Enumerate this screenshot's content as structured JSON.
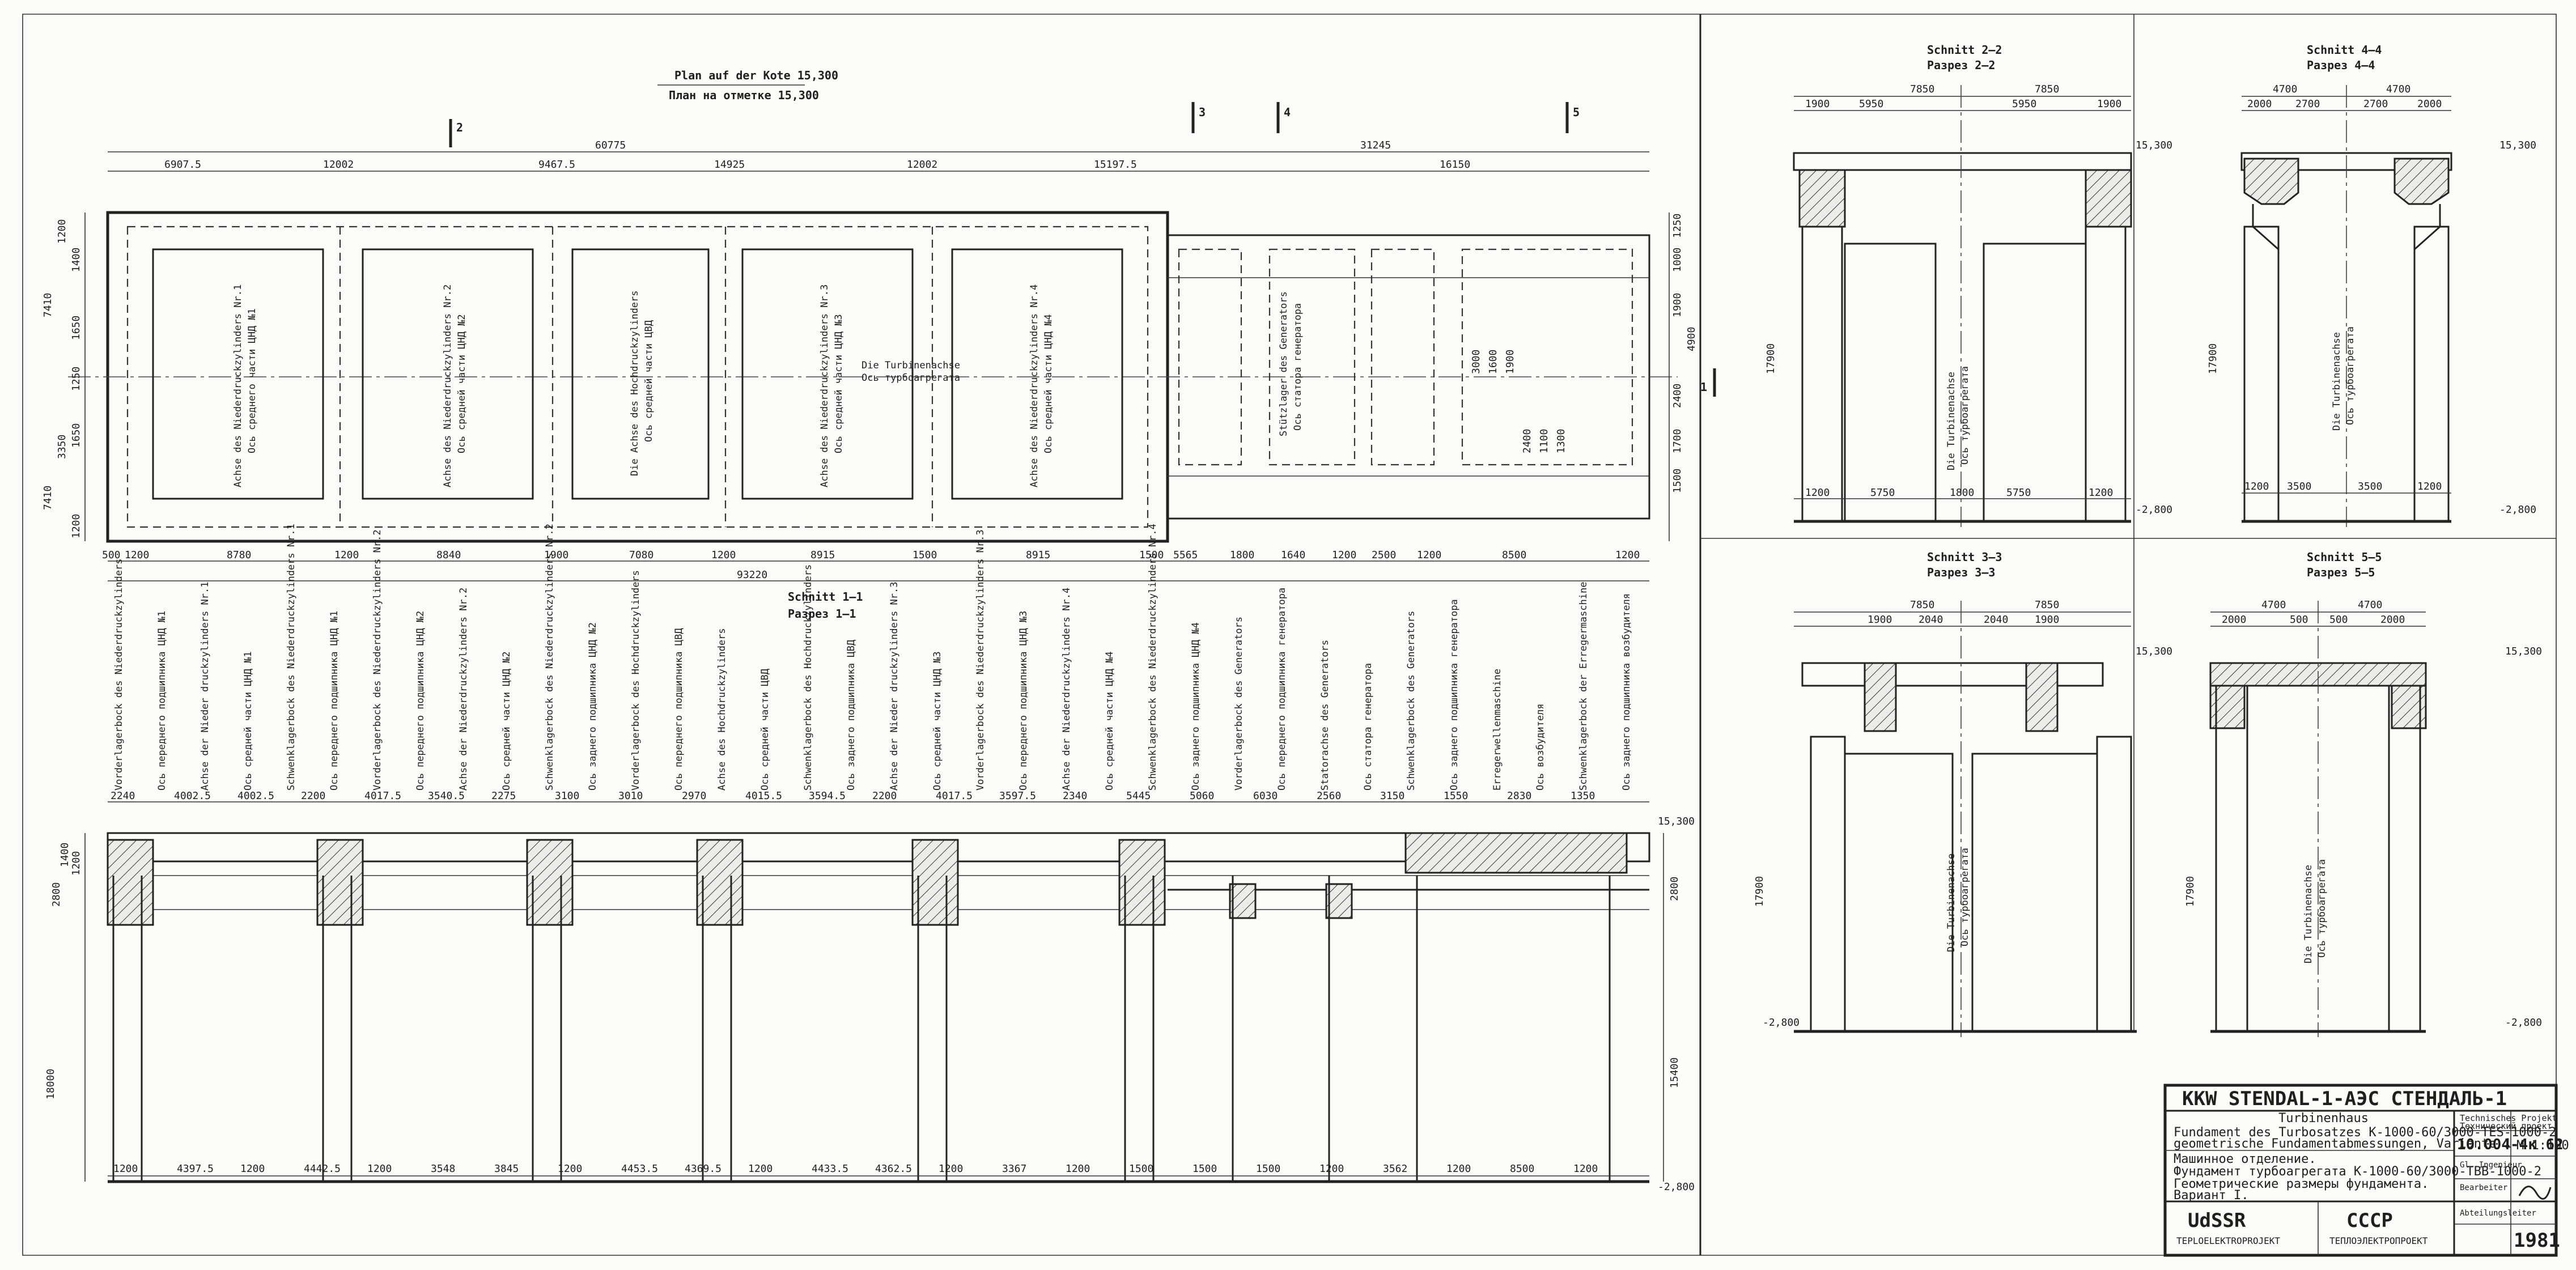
{
  "plan": {
    "title_de": "Plan auf der Kote 15,300",
    "title_ru": "План на отметке 15,300",
    "dims_top": [
      "60775",
      "31245"
    ],
    "dims_upper": [
      "6907.5",
      "12002",
      "9467.5",
      "14925",
      "12002",
      "15197.5",
      "16150"
    ],
    "dims_lower": [
      "500",
      "1200",
      "8780",
      "1200",
      "8840",
      "1900",
      "7080",
      "1200",
      "8915",
      "1500",
      "8915",
      "1500",
      "5565",
      "1800",
      "1640",
      "1200",
      "2500",
      "1200",
      "8500",
      "1200"
    ],
    "total_length": "93220",
    "dims_left": [
      "1200",
      "1400",
      "7410",
      "1650",
      "1250",
      "1650",
      "3350",
      "1200",
      "7410"
    ],
    "dims_right": [
      "1250",
      "1000",
      "1900",
      "2400",
      "1700",
      "1500",
      "4900"
    ],
    "labels_vertical": [
      "Achse des Niederdruckzylinders Nr.1",
      "Ось среднего части ЦНД №1",
      "Achse des Niederdruckzylinders Nr.2",
      "Ось средней части ЦНД №2",
      "Die Achse des Hochdruckzylinders",
      "Ось средней части ЦВД",
      "Achse des Niederdruckzylinders Nr.3",
      "Ось средней части ЦНД №3",
      "Achse des Niederdruckzylinders Nr.4",
      "Ось средней части ЦНД №4"
    ],
    "turbine_axis_de": "Die Turbinenachse",
    "turbine_axis_ru": "Ось турбоагрегата",
    "generator_de": "Stützlager des Generators",
    "generator_ru": "Ось статора генератора",
    "dims_mid": [
      "3000",
      "1600",
      "1900",
      "2400",
      "1100",
      "1300"
    ],
    "section_marks": [
      "2",
      "3",
      "4",
      "5",
      "1"
    ]
  },
  "section_1": {
    "title_de": "Schnitt 1–1",
    "title_ru": "Разрез 1–1",
    "labels_vertical": [
      "Vorderlagerbock des Niederdruckzylinders",
      "Ось переднего подшипника ЦНД №1",
      "Achse der Nieder druckzylinders Nr.1",
      "Ось средней части ЦНД №1",
      "Schwenklagerbock des Niederdruckzylinders Nr.1",
      "Ось переднего подшипника ЦНД №1",
      "Vorderlagerbock des Niederdruckzylinders Nr.2",
      "Ось переднего подшипника ЦНД №2",
      "Achse der Niederdruckzylinders Nr.2",
      "Ось средней части ЦНД №2",
      "Schwenklagerbock des Niederdruckzylinders Nr.2",
      "Ось заднего подшипника ЦНД №2",
      "Vorderlagerbock des Hochdruckzylinders",
      "Ось переднего подшипника ЦВД",
      "Achse des Hochdruckzylinders",
      "Ось средней части ЦВД",
      "Schwenklagerbock des Hochdruckzylinders",
      "Ось заднего подшипника ЦВД",
      "Achse der Nieder druckzylinders Nr.3",
      "Ось средней части ЦНД №3",
      "Vorderlagerbock des Niederdruckzylinders Nr.3",
      "Ось переднего подшипника ЦНД №3",
      "Achse der Niederdruckzylinders Nr.4",
      "Ось средней части ЦНД №4",
      "Schwenklagerbock des Niederdruckzylinders Nr.4",
      "Ось заднего подшипника ЦНД №4",
      "Vorderlagerbock des Generators",
      "Ось переднего подшипника генератора",
      "Statorachse des Generators",
      "Ось статора генератора",
      "Schwenklagerbock des Generators",
      "Ось заднего подшипника генератора",
      "Erregerwellenmaschine",
      "Ось возбудителя",
      "Schwenklagerbock der Erregermaschine",
      "Ось заднего подшипника возбудителя"
    ],
    "dims_top": [
      "2240",
      "4002.5",
      "4002.5",
      "2200",
      "4017.5",
      "3540.5",
      "2275",
      "3100",
      "3010",
      "2970",
      "4015.5",
      "3594.5",
      "2200",
      "4017.5",
      "3597.5",
      "2340",
      "5445",
      "5060",
      "6030",
      "2560",
      "3150",
      "1550",
      "2830",
      "1350"
    ],
    "dims_bottom": [
      "1200",
      "4397.5",
      "1200",
      "4442.5",
      "1200",
      "3548",
      "3845",
      "1200",
      "4453.5",
      "4369.5",
      "1200",
      "4433.5",
      "4362.5",
      "1200",
      "3367",
      "1200",
      "1500",
      "1500",
      "1500",
      "1200",
      "3562",
      "1200",
      "8500",
      "1200"
    ],
    "elev_top": "15,300",
    "elev_bottom": "-2,800",
    "dims_left": [
      "2800",
      "1200",
      "1400",
      "18000"
    ],
    "dims_right": [
      "2800",
      "15400"
    ]
  },
  "section_2": {
    "title_de": "Schnitt 2–2",
    "title_ru": "Разрез 2–2",
    "dims_top": [
      "7850",
      "7850",
      "1900",
      "5950",
      "5950",
      "1900"
    ],
    "dims_bottom": [
      "1200",
      "5750",
      "1800",
      "5750",
      "1200"
    ],
    "elev_top": "15,300",
    "elev_bottom": "-2,800",
    "height": "17900",
    "turbine_axis_de": "Die Turbinenachse",
    "turbine_axis_ru": "Ось турбоагрегата"
  },
  "section_4": {
    "title_de": "Schnitt 4–4",
    "title_ru": "Разрез 4–4",
    "dims_top": [
      "4700",
      "4700",
      "2000",
      "2700",
      "2700",
      "2000"
    ],
    "dims_bottom": [
      "1200",
      "3500",
      "3500",
      "1200"
    ],
    "elev_top": "15,300",
    "elev_bottom": "-2,800",
    "height": "17900",
    "turbine_axis_de": "Die Turbinenachse",
    "turbine_axis_ru": "Ось турбоагрегата"
  },
  "section_3": {
    "title_de": "Schnitt 3–3",
    "title_ru": "Разрез 3–3",
    "dims_top": [
      "7850",
      "7850",
      "1900",
      "2040",
      "2040",
      "1900"
    ],
    "elev_top": "15,300",
    "elev_bottom": "-2,800",
    "height": "17900",
    "turbine_axis_de": "Die Turbinenachse",
    "turbine_axis_ru": "Ось турбоагрегата"
  },
  "section_5": {
    "title_de": "Schnitt 5–5",
    "title_ru": "Разрез 5–5",
    "dims_top": [
      "4700",
      "4700",
      "2000",
      "500",
      "500",
      "2000"
    ],
    "elev_top": "15,300",
    "elev_bottom": "-2,800",
    "height": "17900",
    "turbine_axis_de": "Die Turbinenachse",
    "turbine_axis_ru": "Ось турбоагрегата"
  },
  "title_block": {
    "project": "KKW STENDAL-1-АЭС СТЕНДАЛЬ-1",
    "title_de_1": "Turbinenhaus",
    "title_de_2": "Fundament des Turbosatzes K-1000-60/3000-TES-1000-2",
    "title_de_3": "geometrische Fundamentabmessungen, Variante 1",
    "title_ru_1": "Машинное отделение.",
    "title_ru_2": "Фундамент турбоагрегата К-1000-60/3000-ТВВ-1000-2",
    "title_ru_3": "Геометрические размеры фундамента.",
    "title_ru_4": "Вариант I.",
    "stage_de": "Technisches Projekt",
    "stage_ru": "Технический проект",
    "drawing_no": "10.004-4к 62",
    "scale": "M 1:100",
    "date": "1981",
    "org_de": "UdSSR",
    "org_de_sub": "TEPLOELEKTROPROJEKT",
    "org_ru": "СССР",
    "org_ru_sub": "ТЕПЛОЭЛЕКТРОПРОЕКТ",
    "role_1": "Gl. Ingenieur",
    "role_2": "Bearbeiter",
    "role_3": "Abteilungsleiter"
  }
}
